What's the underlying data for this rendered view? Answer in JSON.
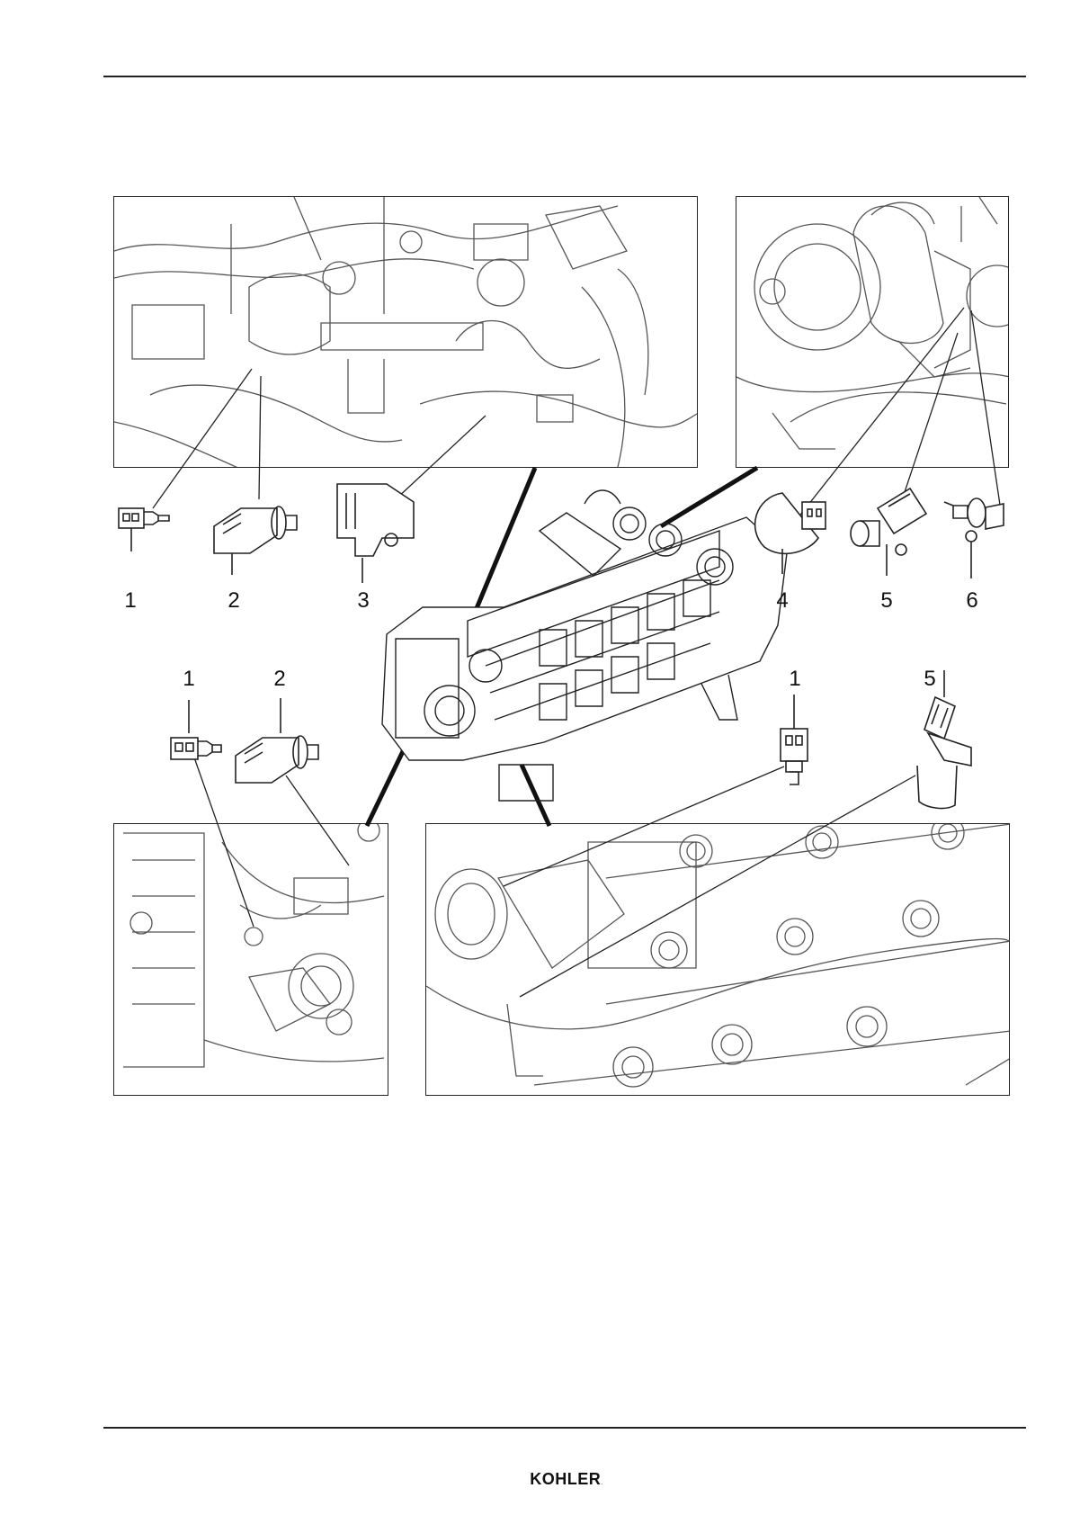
{
  "brand": {
    "name": "KOHLER",
    "mark": "."
  },
  "callouts": {
    "top_left": [
      "1",
      "2",
      "3"
    ],
    "top_right": [
      "4",
      "5",
      "6"
    ],
    "bottom_left": [
      "1",
      "2"
    ],
    "bottom_right": [
      "1",
      "5"
    ]
  }
}
